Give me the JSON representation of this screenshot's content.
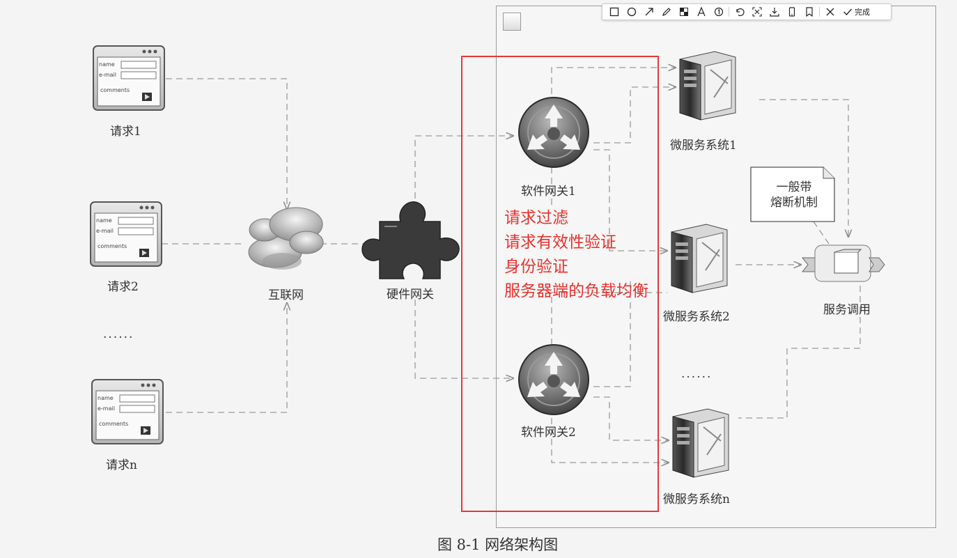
{
  "toolbar": {
    "tools": [
      {
        "name": "rectangle-icon"
      },
      {
        "name": "ellipse-icon"
      },
      {
        "name": "arrow-icon"
      },
      {
        "name": "pencil-icon"
      },
      {
        "name": "mosaic-icon"
      },
      {
        "name": "text-icon"
      },
      {
        "name": "number-icon"
      },
      {
        "name": "undo-icon"
      },
      {
        "name": "crop-icon"
      },
      {
        "name": "download-icon"
      },
      {
        "name": "phone-icon"
      },
      {
        "name": "bookmark-icon"
      }
    ],
    "done_label": "完成"
  },
  "diagram": {
    "requests": [
      "请求1",
      "请求2",
      "请求n"
    ],
    "ellipsis_left": "......",
    "ellipsis_mid": "......",
    "form_fields": [
      "name",
      "e-mail",
      "comments"
    ],
    "internet": "互联网",
    "hardware_gateway": "硬件网关",
    "software_gateways": [
      "软件网关1",
      "软件网关2"
    ],
    "microservices": [
      "微服务系统1",
      "微服务系统2",
      "微服务系统n"
    ],
    "note": [
      "一般带",
      "熔断机制"
    ],
    "service_call": "服务调用",
    "caption": "图 8-1    网络架构图"
  },
  "annotation": {
    "lines": [
      "请求过滤",
      "请求有效性验证",
      "身份验证",
      "服务器端的负载均衡"
    ],
    "color": "#e8312c"
  },
  "colors": {
    "red_box": "#e53935",
    "line": "#9a9a9a"
  }
}
